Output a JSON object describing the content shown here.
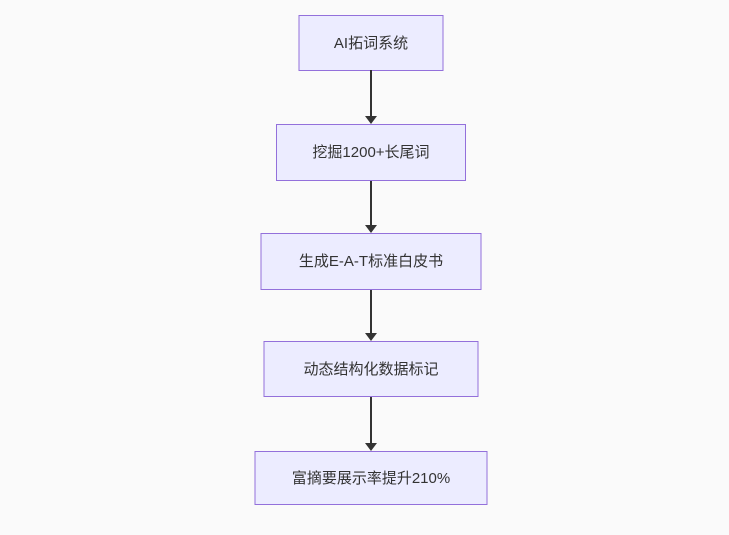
{
  "diagram": {
    "type": "flowchart",
    "direction": "top-down",
    "colors": {
      "background": "#fafafa",
      "node_fill": "#ECECFF",
      "node_border": "#9370DB",
      "arrow": "#333333",
      "text": "#333333"
    },
    "nodes": [
      {
        "label": "AI拓词系统"
      },
      {
        "label": "挖掘1200+长尾词"
      },
      {
        "label": "生成E-A-T标准白皮书"
      },
      {
        "label": "动态结构化数据标记"
      },
      {
        "label": "富摘要展示率提升210%"
      }
    ],
    "edges": [
      {
        "from": 0,
        "to": 1
      },
      {
        "from": 1,
        "to": 2
      },
      {
        "from": 2,
        "to": 3
      },
      {
        "from": 3,
        "to": 4
      }
    ]
  }
}
